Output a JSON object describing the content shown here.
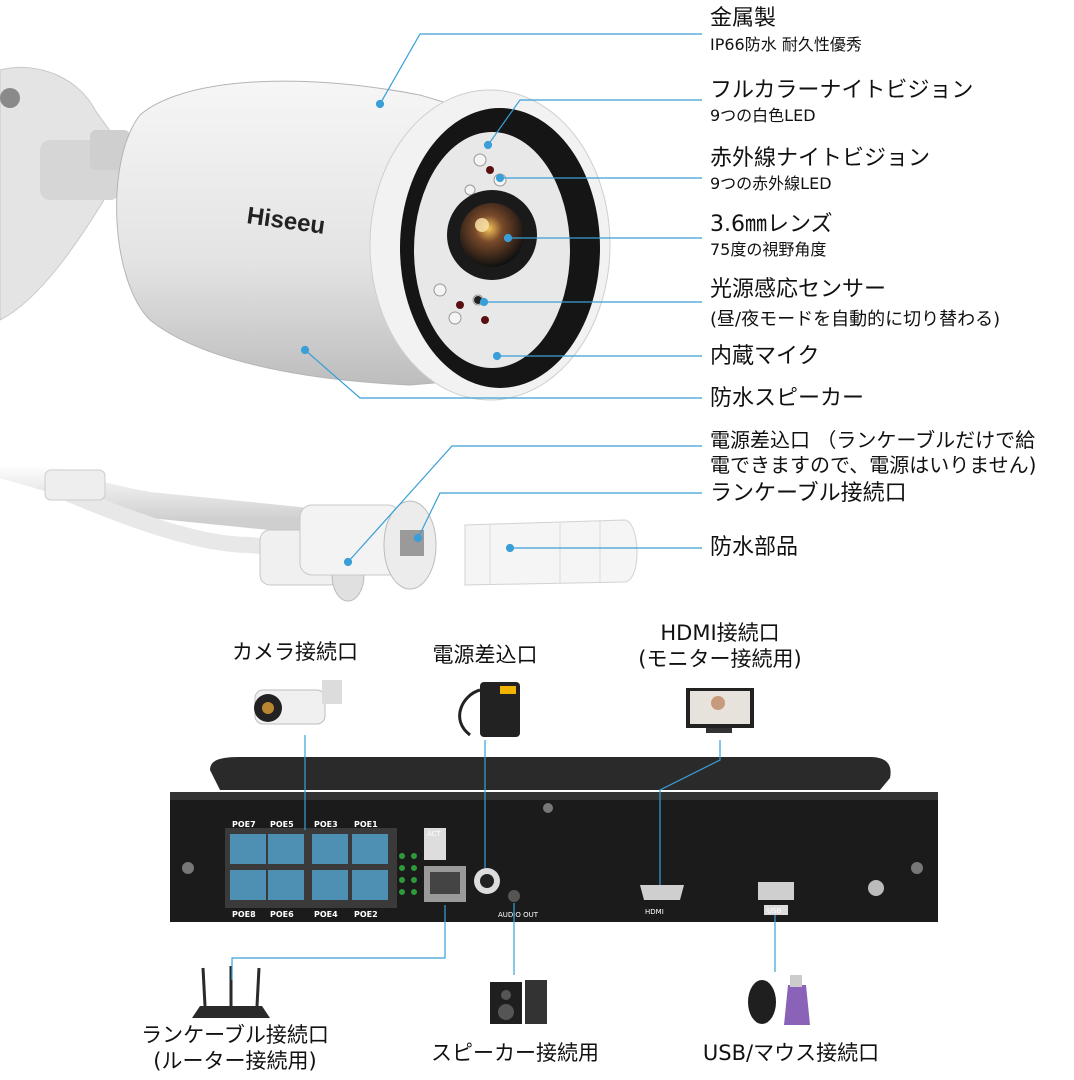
{
  "camera_brand": "Hiseeu",
  "camera_features": [
    {
      "title": "金属製",
      "desc": "IP66防水 耐久性優秀"
    },
    {
      "title": "フルカラーナイトビジョン",
      "desc": "9つの白色LED"
    },
    {
      "title": "赤外線ナイトビジョン",
      "desc": "9つの赤外線LED"
    },
    {
      "title": "3.6㎜レンズ",
      "desc": "75度の視野角度"
    },
    {
      "title": "光源感応センサー",
      "desc": "(昼/夜モードを自動的に切り替わる)"
    },
    {
      "title": "内蔵マイク",
      "desc": ""
    },
    {
      "title": "防水スピーカー",
      "desc": ""
    }
  ],
  "cable_features": [
    {
      "title": "電源差込口 （ランケーブルだけで給",
      "desc": "電できますので、電源はいりません)"
    },
    {
      "title": "ランケーブル接続口",
      "desc": ""
    },
    {
      "title": "防水部品",
      "desc": ""
    }
  ],
  "nvr_connections": {
    "camera_port": "カメラ接続口",
    "power_port": "電源差込口",
    "hdmi_port": "HDMI接続口",
    "hdmi_note": "(モニター接続用)",
    "lan_port": "ランケーブル接続口",
    "lan_note": "(ルーター接続用)",
    "speaker": "スピーカー接続用",
    "usb": "USB/マウス接続口"
  },
  "nvr_panel": {
    "poe_top": [
      "POE7",
      "POE5",
      "POE3",
      "POE1"
    ],
    "poe_bottom": [
      "POE8",
      "POE6",
      "POE4",
      "POE2"
    ],
    "audio_out": "AUDIO OUT",
    "hdmi_mark": "HDMI",
    "usb_mark": "USB",
    "act": "ACT"
  },
  "colors": {
    "leader_line": "#3a9fd8",
    "poe_port": "#4e90b4",
    "nvr_body": "#1b1b1b"
  }
}
